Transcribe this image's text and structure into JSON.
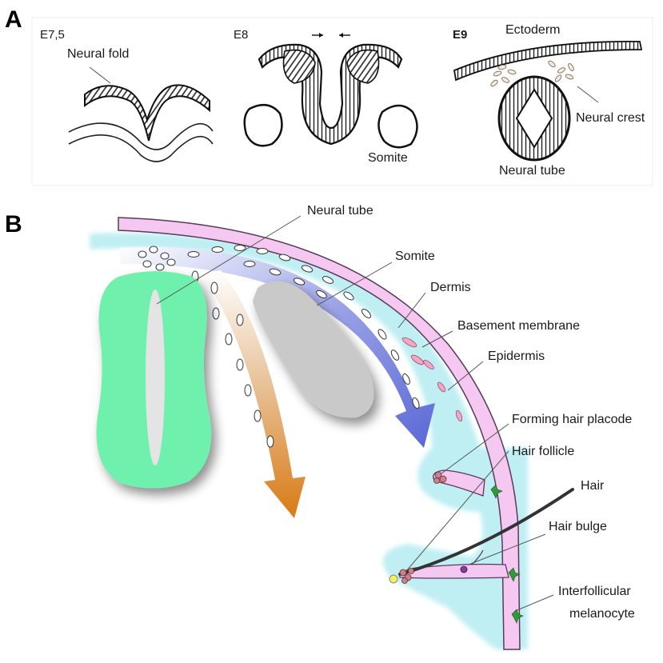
{
  "panels": {
    "a": "A",
    "b": "B"
  },
  "panel_a": {
    "stage_e75": "E7,5",
    "stage_e8": "E8",
    "stage_e9": "E9",
    "neural_fold": "Neural fold",
    "somite": "Somite",
    "ectoderm": "Ectoderm",
    "neural_crest": "Neural crest",
    "neural_tube": "Neural tube"
  },
  "panel_b": {
    "neural_tube": "Neural tube",
    "somite": "Somite",
    "dermis": "Dermis",
    "basement_membrane": "Basement membrane",
    "epidermis": "Epidermis",
    "forming_hair_placode": "Forming hair placode",
    "hair_follicle": "Hair follicle",
    "hair": "Hair",
    "hair_bulge": "Hair bulge",
    "interfollicular_1": "Interfollicular",
    "interfollicular_2": "melanocyte"
  },
  "colors": {
    "neural_tube_fill": "#6ff0ad",
    "somite_fill": "#c8c8c8",
    "dermis_fill": "#bdeef2",
    "epidermis_fill": "#f3c7ef",
    "dorsal_arrow": "#6a78d8",
    "ventral_arrow": "#d9801e",
    "melanocyte": "#2f9a3a"
  }
}
